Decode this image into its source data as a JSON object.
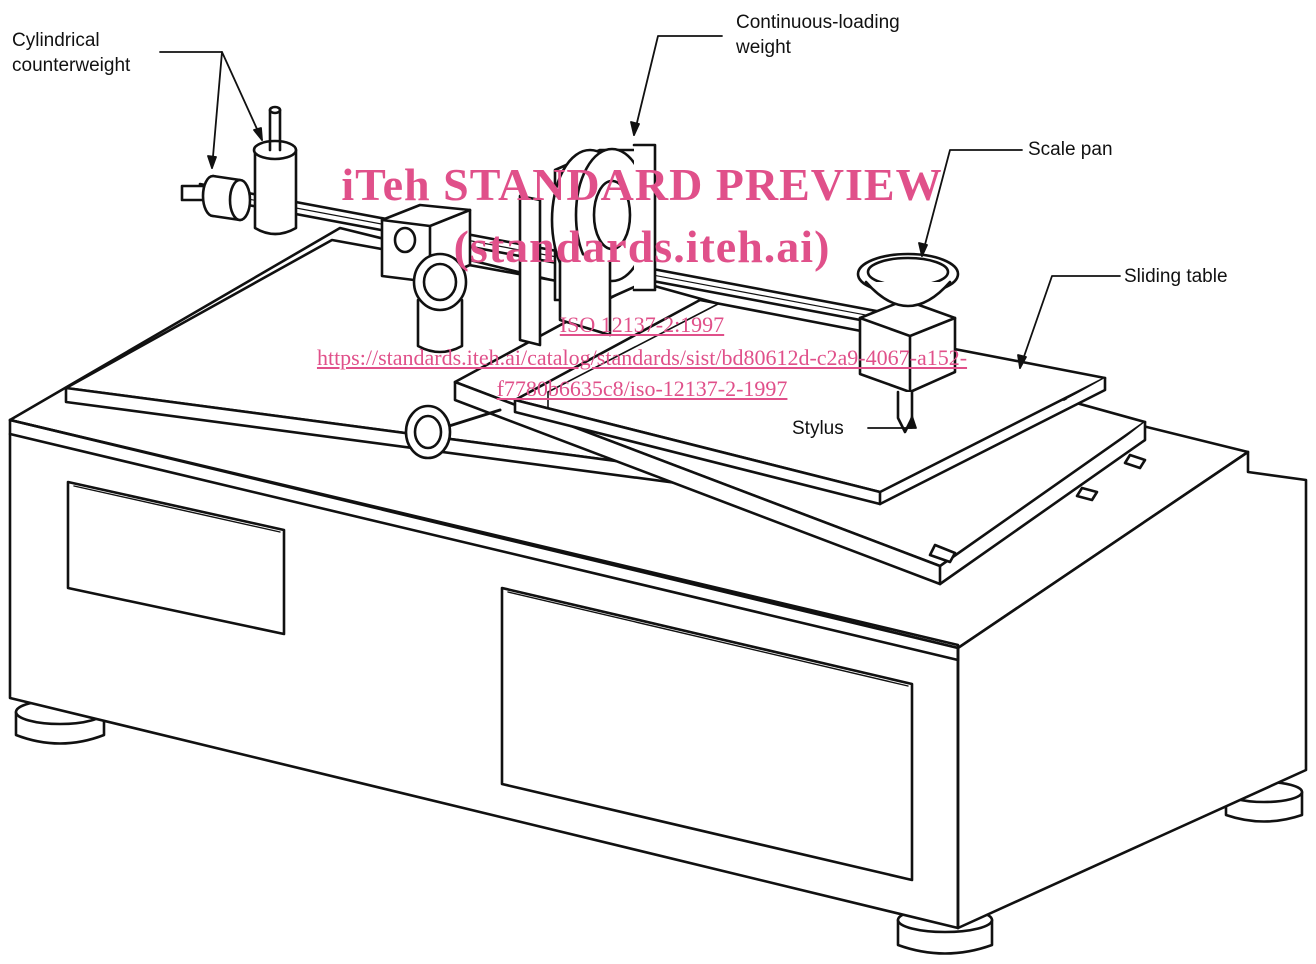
{
  "labels": {
    "counterweight": "Cylindrical\ncounterweight",
    "loading_weight": "Continuous-loading\nweight",
    "scale_pan": "Scale pan",
    "sliding_table": "Sliding table",
    "stylus": "Stylus"
  },
  "watermark": {
    "title": "iTeh STANDARD PREVIEW",
    "subtitle": "(standards.iteh.ai)",
    "doc_id": "ISO 12137-2:1997",
    "url_line1": "https://standards.iteh.ai/catalog/standards/sist/bd80612d-c2a9-4067-a152-",
    "url_line2": "f7780b6635c8/iso-12137-2-1997"
  },
  "colors": {
    "line": "#111111",
    "watermark": "#e0508a"
  }
}
